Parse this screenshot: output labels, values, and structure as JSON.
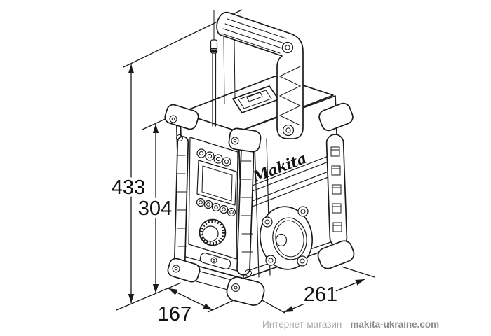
{
  "illustration": {
    "subject": "Makita portable jobsite radio - technical line drawing, three-quarter view",
    "logo_text": "Makita"
  },
  "dimensions": {
    "height_overall": "433",
    "height_body": "304",
    "depth": "167",
    "width": "261"
  },
  "watermark": {
    "prefix": "Интернет-магазин",
    "site": "makita-ukraine.com",
    "prefix_color": "#a8a8a8",
    "site_color": "#8c8c8c"
  },
  "colors": {
    "line": "#1a1a1a",
    "background": "#ffffff"
  }
}
